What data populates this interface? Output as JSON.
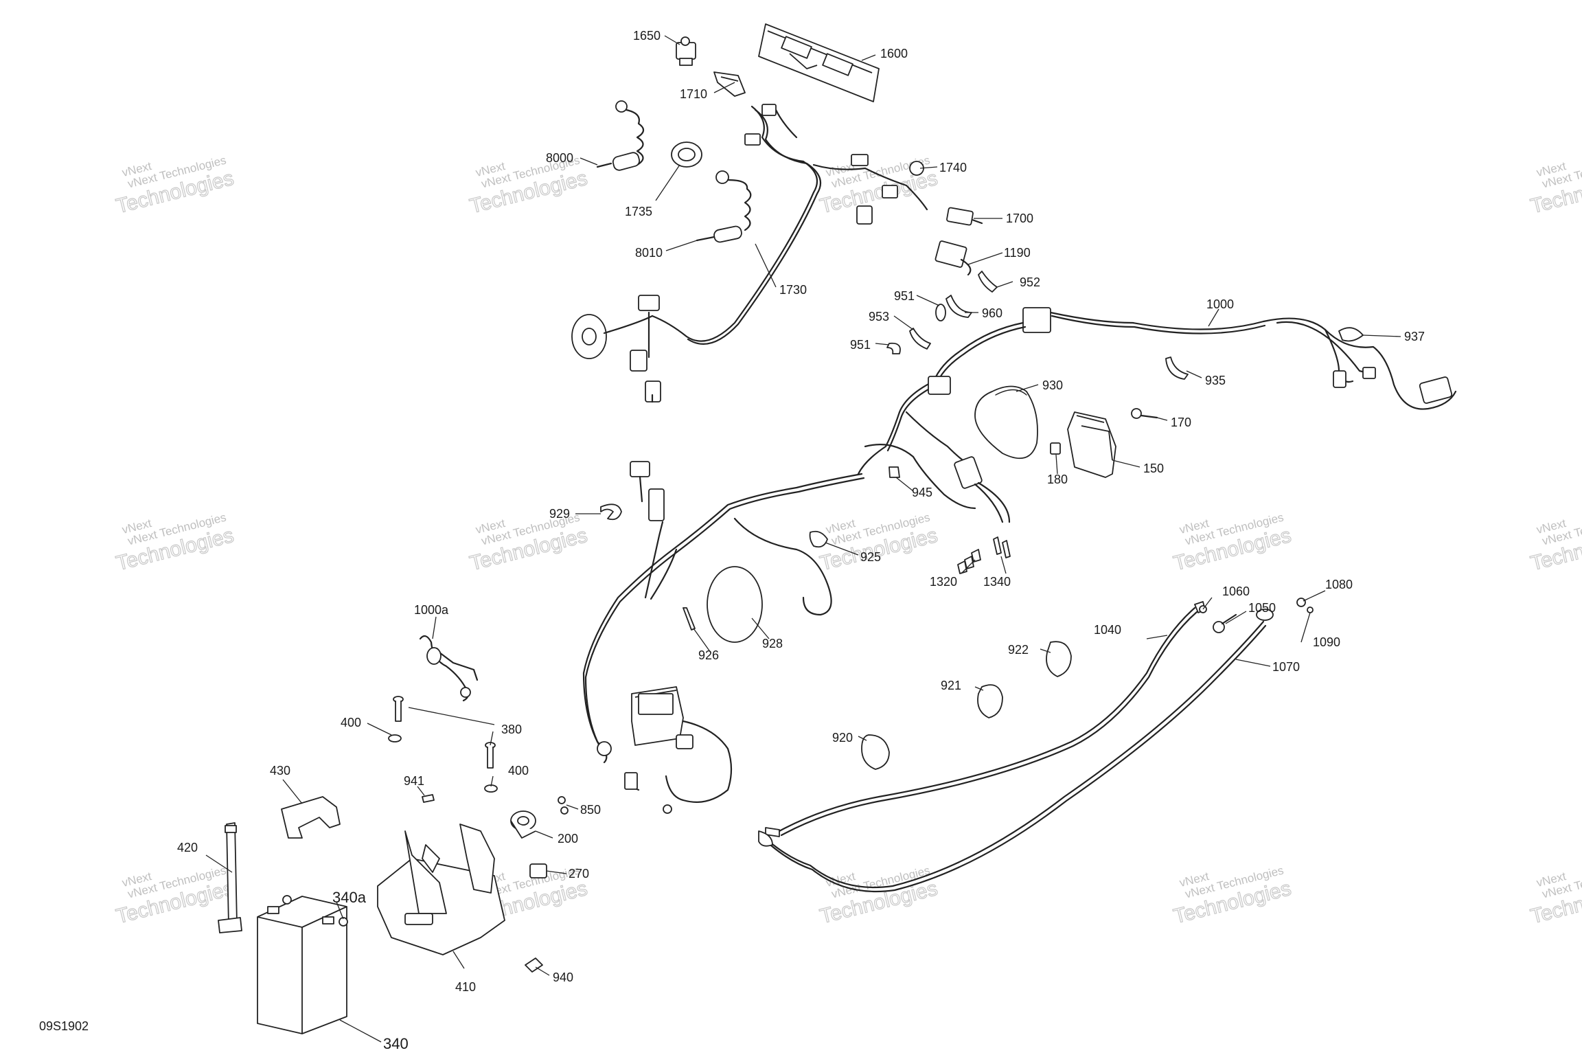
{
  "diagram_code": "09S1902",
  "watermark": {
    "line1": "vNext Technologies",
    "line2": "Technologies",
    "overlay": "vNext"
  },
  "labels": {
    "p1650": "1650",
    "p1600": "1600",
    "p1710": "1710",
    "p8000": "8000",
    "p1735": "1735",
    "p1740": "1740",
    "p8010": "8010",
    "p1700": "1700",
    "p1190": "1190",
    "p1730": "1730",
    "p952": "952",
    "p951a": "951",
    "p960": "960",
    "p953": "953",
    "p951b": "951",
    "p1000": "1000",
    "p937": "937",
    "p935": "935",
    "p930": "930",
    "p170": "170",
    "p180": "180",
    "p150": "150",
    "p945": "945",
    "p929": "929",
    "p925": "925",
    "p1320": "1320",
    "p1340": "1340",
    "p1060": "1060",
    "p1080": "1080",
    "p1050": "1050",
    "p1090": "1090",
    "p1040": "1040",
    "p926": "926",
    "p928": "928",
    "p1000a": "1000a",
    "p922": "922",
    "p1070": "1070",
    "p921": "921",
    "p400a": "400",
    "p380": "380",
    "p920": "920",
    "p400b": "400",
    "p430": "430",
    "p941": "941",
    "p850": "850",
    "p200": "200",
    "p420": "420",
    "p270": "270",
    "p340a": "340a",
    "p410": "410",
    "p940": "940",
    "p340": "340"
  }
}
